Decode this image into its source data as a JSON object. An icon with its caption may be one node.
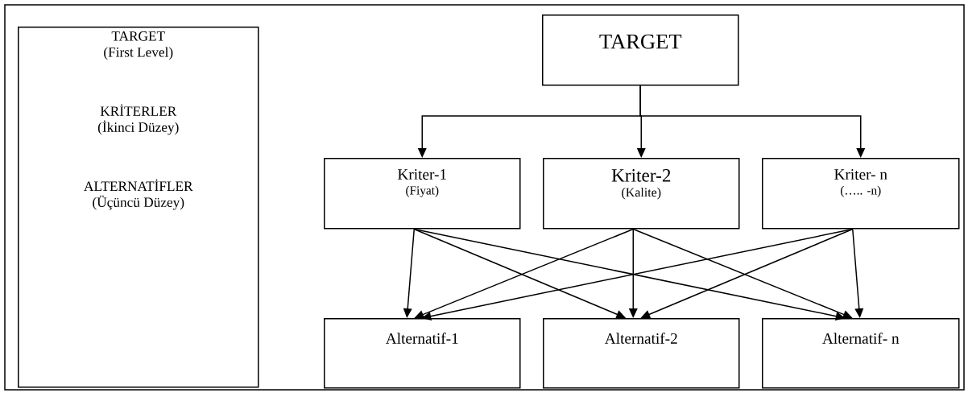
{
  "diagram": {
    "nodes": [
      {
        "text": [
          "TARGET",
          "(First Level)",
          "KRİTERLER",
          "(İkinci Düzey)",
          "ALTERNATİFLER",
          "(Üçüncü Düzey)"
        ]
      },
      {
        "text": [
          "TARGET"
        ]
      },
      {
        "text": [
          "Kriter-1",
          "(Fiyat)"
        ]
      },
      {
        "text": [
          "Kriter-2",
          "(Kalite)"
        ]
      },
      {
        "text": [
          "Kriter- n",
          "(….. -n)"
        ]
      },
      {
        "text": [
          "Alternatif-1"
        ]
      },
      {
        "text": [
          "Alternatif-2"
        ]
      },
      {
        "text": [
          "Alternatif- n"
        ]
      }
    ],
    "edges": [
      {
        "from": 1,
        "to": 2,
        "arrow": "to"
      },
      {
        "from": 1,
        "to": 3,
        "arrow": "to"
      },
      {
        "from": 1,
        "to": 4,
        "arrow": "to"
      },
      {
        "from": 2,
        "to": 5,
        "arrow": "to"
      },
      {
        "from": 2,
        "to": 6,
        "arrow": "to"
      },
      {
        "from": 2,
        "to": 7,
        "arrow": "to"
      },
      {
        "from": 3,
        "to": 5,
        "arrow": "to"
      },
      {
        "from": 3,
        "to": 6,
        "arrow": "to"
      },
      {
        "from": 3,
        "to": 7,
        "arrow": "to"
      },
      {
        "from": 4,
        "to": 5,
        "arrow": "to"
      },
      {
        "from": 4,
        "to": 6,
        "arrow": "to"
      },
      {
        "from": 4,
        "to": 7,
        "arrow": "to"
      }
    ]
  }
}
